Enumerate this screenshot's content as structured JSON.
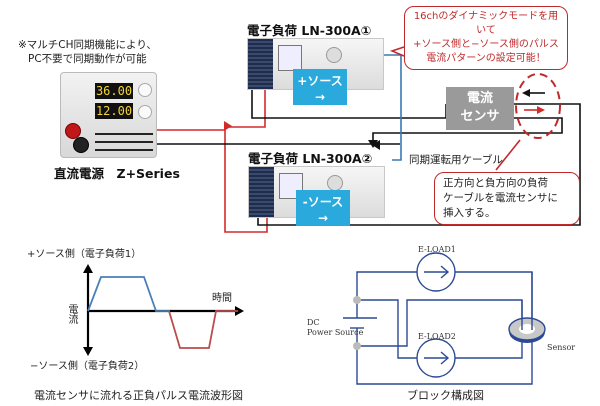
{
  "top": {
    "note_line1": "※マルチCH同期機能により、",
    "note_line2": "PC不要で同期動作が可能",
    "psu_display_voltage": "36.00",
    "psu_display_current": "12.00",
    "psu_label": "直流電源　Z+Series",
    "load1_title": "電子負荷 LN-300A①",
    "load2_title": "電子負荷 LN-300A②",
    "load1_badge_line1": "+ソース",
    "load1_badge_line2": "→",
    "load2_badge_line1": "-ソース",
    "load2_badge_line2": "→",
    "bubble_top_line1": "16chのダイナミックモードを用いて",
    "bubble_top_line2": "+ソース側と−ソース側のパルス",
    "bubble_top_line3": "電流パターンの設定可能！",
    "sensor_line1": "電流",
    "sensor_line2": "センサ",
    "sync_cable_label": "同期運転用ケーブル",
    "bubble_bottom_line1": "正方向と負方向の負荷",
    "bubble_bottom_line2": "ケーブルを電流センサに",
    "bubble_bottom_line3": "挿入する。",
    "colors": {
      "red": "#d42a2a",
      "black": "#111111",
      "blue_wire": "#3a78b5",
      "badge": "#2aa9dd",
      "sensor": "#9a9a9a"
    }
  },
  "waveform": {
    "label_plus": "+ソース側（電子負荷1）",
    "label_minus": "−ソース側（電子負荷2）",
    "y_axis_label": "電流",
    "x_axis_label": "時間",
    "caption": "電流センサに流れる正負パルス電流波形図",
    "colors": {
      "positive": "#4a7fb8",
      "negative": "#b94c4c",
      "axis": "#000000"
    }
  },
  "block": {
    "eload1": "E-LOAD1",
    "eload2": "E-LOAD2",
    "dc_line1": "DC",
    "dc_line2": "Power Source",
    "sensor": "Sensor",
    "caption": "ブロック構成図",
    "colors": {
      "wire": "#2c4a94"
    }
  }
}
